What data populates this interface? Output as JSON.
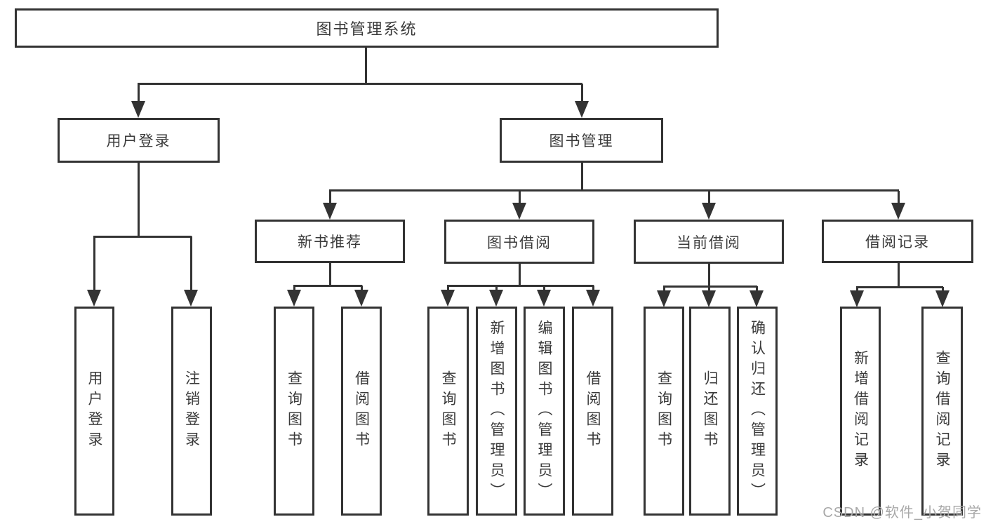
{
  "diagram": {
    "title": "图书管理系统",
    "nodes": {
      "root": "图书管理系统",
      "user_login": "用户登录",
      "book_mgmt": "图书管理",
      "new_book_rec": "新书推荐",
      "book_borrow": "图书借阅",
      "current_borrow": "当前借阅",
      "borrow_records": "借阅记录"
    },
    "leaves": {
      "user_login_leaf": "用户登录",
      "logout": "注销登录",
      "query_book_rec": "查询图书",
      "borrow_book_rec": "借阅图书",
      "query_book_borrow": "查询图书",
      "add_book_admin": "新增图书（管理员）",
      "edit_book_admin": "编辑图书（管理员）",
      "borrow_book_borrow": "借阅图书",
      "query_book_current": "查询图书",
      "return_book": "归还图书",
      "confirm_return_admin": "确认归还（管理员）",
      "add_borrow_record": "新增借阅记录",
      "query_borrow_record": "查询借阅记录"
    }
  },
  "watermark": "CSDN @软件_小贺同学",
  "colors": {
    "line": "#333333",
    "text": "#3a3a3a",
    "watermark": "#a8a8a8",
    "background": "#ffffff"
  }
}
